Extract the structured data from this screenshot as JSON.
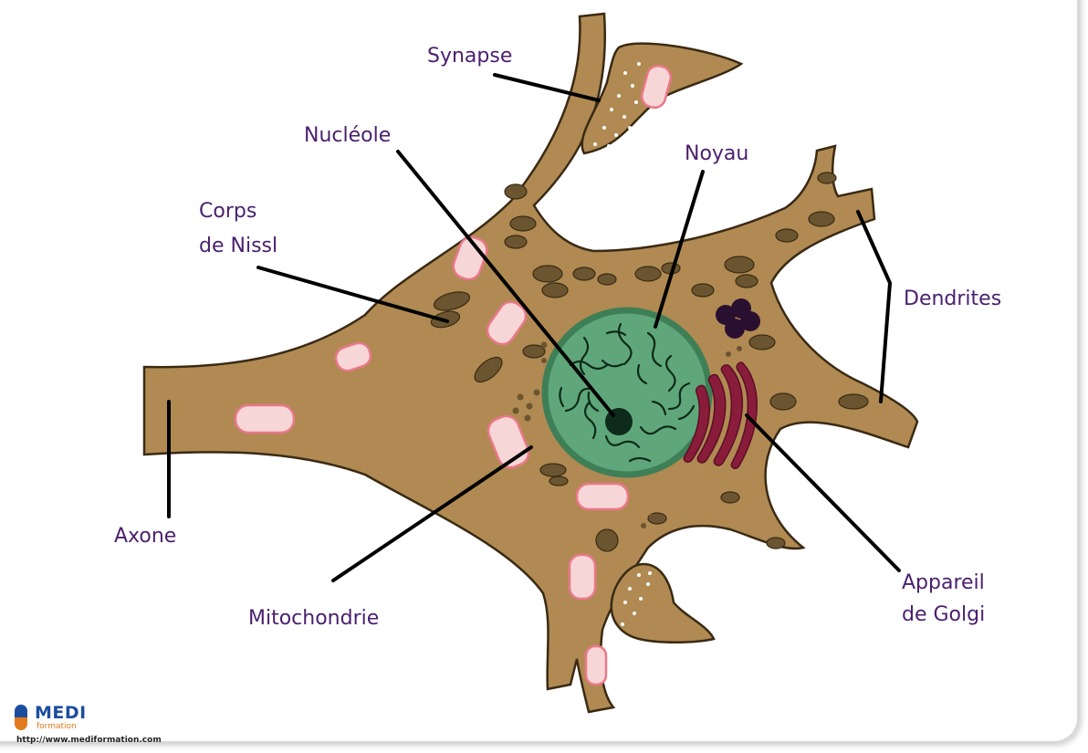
{
  "labels": {
    "synapse": "Synapse",
    "nucleole": "Nucléole",
    "noyau": "Noyau",
    "corps_line1": "Corps",
    "corps_line2": "de Nissl",
    "dendrites": "Dendrites",
    "axone": "Axone",
    "mitochondrie": "Mitochondrie",
    "golgi_line1": "Appareil",
    "golgi_line2": "de Golgi"
  },
  "logo": {
    "name": "MEDI",
    "sub": "formation",
    "url": "http://www.mediformation.com"
  },
  "colors": {
    "cytoplasm": "#b08a52",
    "cytoplasm_outline": "#3a2a14",
    "nucleus": "#5fa77a",
    "nucleus_ring": "#3f7f57",
    "mitochondria_fill": "#f6d6d6",
    "mitochondria_edge": "#e9788a",
    "golgi": "#8a1c3b",
    "nissl": "#6b5530",
    "label_text": "#4a1f6e",
    "leader_line": "#000000"
  }
}
